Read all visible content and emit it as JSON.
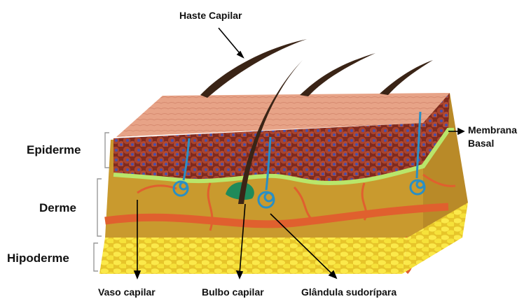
{
  "labels": {
    "hair_shaft": "Haste Capilar",
    "epidermis": "Epiderme",
    "dermis": "Derme",
    "hypodermis": "Hipoderme",
    "basal_membrane_line1": "Membrana",
    "basal_membrane_line2": "Basal",
    "capillary": "Vaso capilar",
    "hair_bulb": "Bulbo capilar",
    "sweat_gland": "Glândula sudorípara"
  },
  "colors": {
    "surface": "#e9a58a",
    "epidermis_cells": "#9b3b2a",
    "cell_nucleus": "#4a4fa8",
    "basal_membrane": "#b9e66a",
    "dermis": "#c99a2e",
    "vessel": "#e0602e",
    "hypodermis_fat": "#f6e23a",
    "hair": "#3a2416",
    "gland": "#2a8fc4"
  }
}
